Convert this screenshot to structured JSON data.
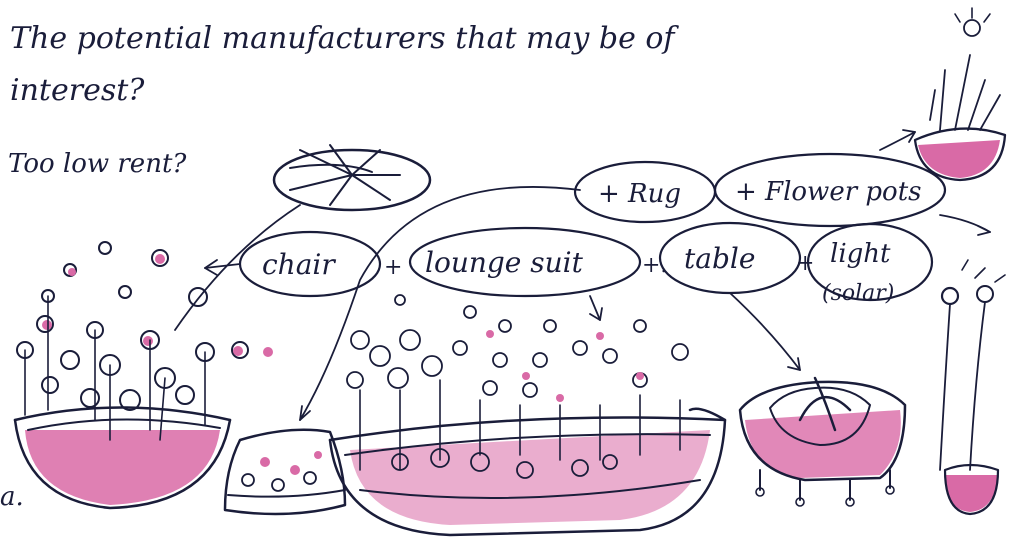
{
  "sketch": {
    "question_line1": "The potential manufacturers that may be of",
    "question_line2": "interest?",
    "note": "Too low rent?",
    "labels": {
      "chair": "chair",
      "lounge": "lounge suit",
      "table": "table",
      "light": "light",
      "solar": "(solar)",
      "rug": "+ Rug",
      "flower": "+ Flower pots"
    },
    "plus_signs": [
      "+",
      "+.",
      "+"
    ],
    "edge_fragment": "a.",
    "colors": {
      "ink": "#1a1d3a",
      "accent": "#d96aa6",
      "paper": "#ffffff"
    }
  }
}
